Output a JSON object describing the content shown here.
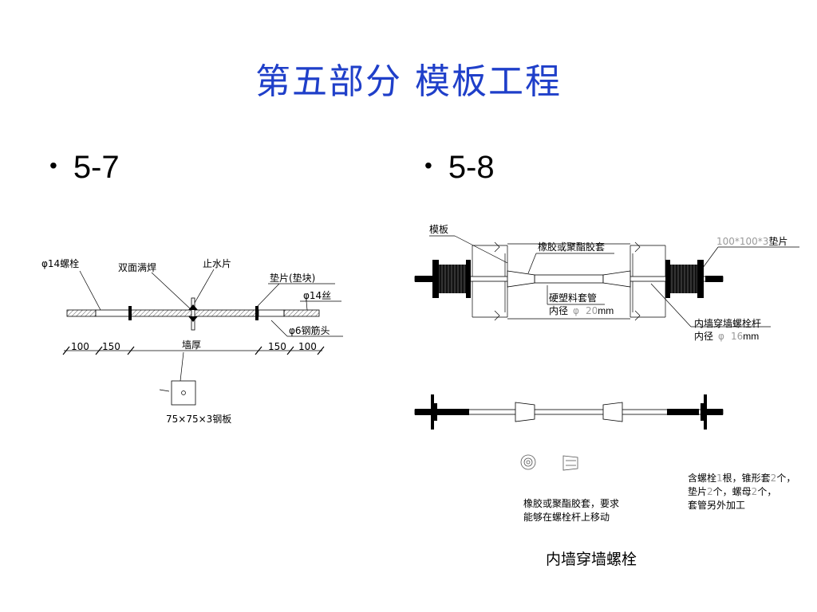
{
  "title": "第五部分  模板工程",
  "bullets": [
    {
      "dot": "•",
      "label": "5-7"
    },
    {
      "dot": "•",
      "label": "5-8"
    }
  ],
  "diagram_57": {
    "bolt_label": "φ14螺栓",
    "weld_label": "双面满焊",
    "waterstop_label": "止水片",
    "washer_label": "垫片(垫块)",
    "wire_label": "φ14丝",
    "rebar_label": "φ6钢筋头",
    "wall_label": "墙厚",
    "dims": [
      "100",
      "150",
      "150",
      "100"
    ],
    "plate_label": "75×75×3钢板"
  },
  "diagram_58": {
    "formwork_label": "模板",
    "rubber_sleeve_label": "橡胶或聚酯胶套",
    "washer_spec": "100*100*3",
    "washer_word": "垫片",
    "pipe_label": "硬塑料套管",
    "pipe_diam_prefix": "内径",
    "pipe_diam_symbol": "φ",
    "pipe_diam_value": "20",
    "pipe_diam_unit": "mm",
    "rod_label": "内墙穿墙螺栓杆",
    "rod_diam_prefix": "内径",
    "rod_diam_symbol": "φ",
    "rod_diam_value": "16",
    "rod_diam_unit": "mm",
    "note_left_1": "橡胶或聚酯胶套，要求",
    "note_left_2": "能够在螺栓杆上移动",
    "note_right_1a": "含螺栓",
    "note_right_1n": "1",
    "note_right_1b": "根，锥形套",
    "note_right_1m": "2",
    "note_right_1c": "个，",
    "note_right_2a": "垫片",
    "note_right_2n": "2",
    "note_right_2b": "个，螺母",
    "note_right_2m": "2",
    "note_right_2c": "个，",
    "note_right_3": "套管另外加工",
    "caption": "内墙穿墙螺栓"
  }
}
